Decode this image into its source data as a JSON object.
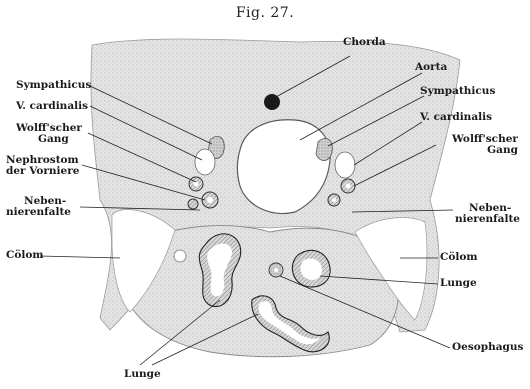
{
  "figure": {
    "caption": "Fig. 27."
  },
  "labels": {
    "chorda": "Chorda",
    "aorta": "Aorta",
    "sympathicus_left": "Sympathicus",
    "sympathicus_right": "Sympathicus",
    "v_cardinalis_left": "V. cardinalis",
    "v_cardinalis_right": "V. cardinalis",
    "wolffscher_gang_left_line1": "Wolff'scher",
    "wolffscher_gang_left_line2": "Gang",
    "wolffscher_gang_right_line1": "Wolff'scher",
    "wolffscher_gang_right_line2": "Gang",
    "nephrostom_line1": "Nephrostom",
    "nephrostom_line2": "der Vorniere",
    "nebennierenfalte_left_line1": "Neben-",
    "nebennierenfalte_left_line2": "nierenfalte",
    "nebennierenfalte_right_line1": "Neben-",
    "nebennierenfalte_right_line2": "nierenfalte",
    "colom_left": "Cölom",
    "colom_right": "Cölom",
    "lunge_right": "Lunge",
    "oesophagus": "Oesophagus",
    "lunge_bottom": "Lunge"
  }
}
